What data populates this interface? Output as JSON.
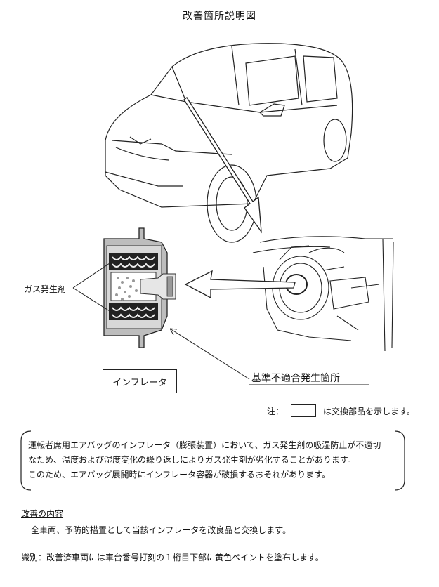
{
  "title": "改善箇所説明図",
  "labels": {
    "gas_generant": "ガス発生剤",
    "inflator": "インフレータ",
    "nonconforming_site": "基準不適合発生箇所"
  },
  "note": {
    "prefix": "注：",
    "suffix": "は交換部品を示します。"
  },
  "description": {
    "line1": "運転者席用エアバッグのインフレータ（膨張装置）において、ガス発生剤の吸湿防止が不適切",
    "line2": "なため、温度および湿度変化の繰り返しによりガス発生剤が劣化することがあります。",
    "line3": "このため、エアバッグ展開時にインフレータ容器が破損するおそれがあります。"
  },
  "improvement": {
    "heading": "改善の内容",
    "text": "全車両、予防的措置として当該インフレータを改良品と交換します。"
  },
  "identification": "識別：改善済車両には車台番号打刻の１桁目下部に黄色ペイントを塗布します。"
}
